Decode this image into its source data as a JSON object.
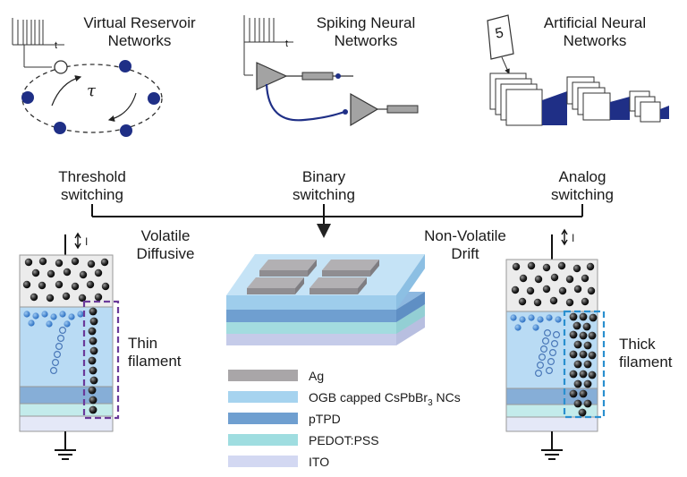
{
  "networks": [
    {
      "line1": "Virtual Reservoir",
      "line2": "Networks",
      "tau": "τ"
    },
    {
      "line1": "Spiking Neural",
      "line2": "Networks"
    },
    {
      "line1": "Artificial Neural",
      "line2": "Networks",
      "digit": "5"
    }
  ],
  "switching": [
    {
      "line1": "Threshold",
      "line2": "switching"
    },
    {
      "line1": "Binary",
      "line2": "switching"
    },
    {
      "line1": "Analog",
      "line2": "switching"
    }
  ],
  "volatile": {
    "line1": "Volatile",
    "line2": "Diffusive"
  },
  "nonvolatile": {
    "line1": "Non-Volatile",
    "line2": "Drift"
  },
  "thin": {
    "line1": "Thin",
    "line2": "filament"
  },
  "thick": {
    "line1": "Thick",
    "line2": "filament"
  },
  "current_symbol": "I",
  "time_axis": "t",
  "legend": [
    {
      "label": "Ag",
      "color": "#a9a6a8"
    },
    {
      "label": "OGB capped CsPbBr",
      "sub": "3",
      "tail": " NCs",
      "color": "#a6d3ef"
    },
    {
      "label": "pTPD",
      "color": "#6f9fd0"
    },
    {
      "label": "PEDOT:PSS",
      "color": "#9fdde0"
    },
    {
      "label": "ITO",
      "color": "#d3d8f2"
    }
  ],
  "colors": {
    "node": "#1f2f86",
    "filament_frame_thin": "#6a3a9a",
    "filament_frame_thick": "#2a8fcf"
  }
}
